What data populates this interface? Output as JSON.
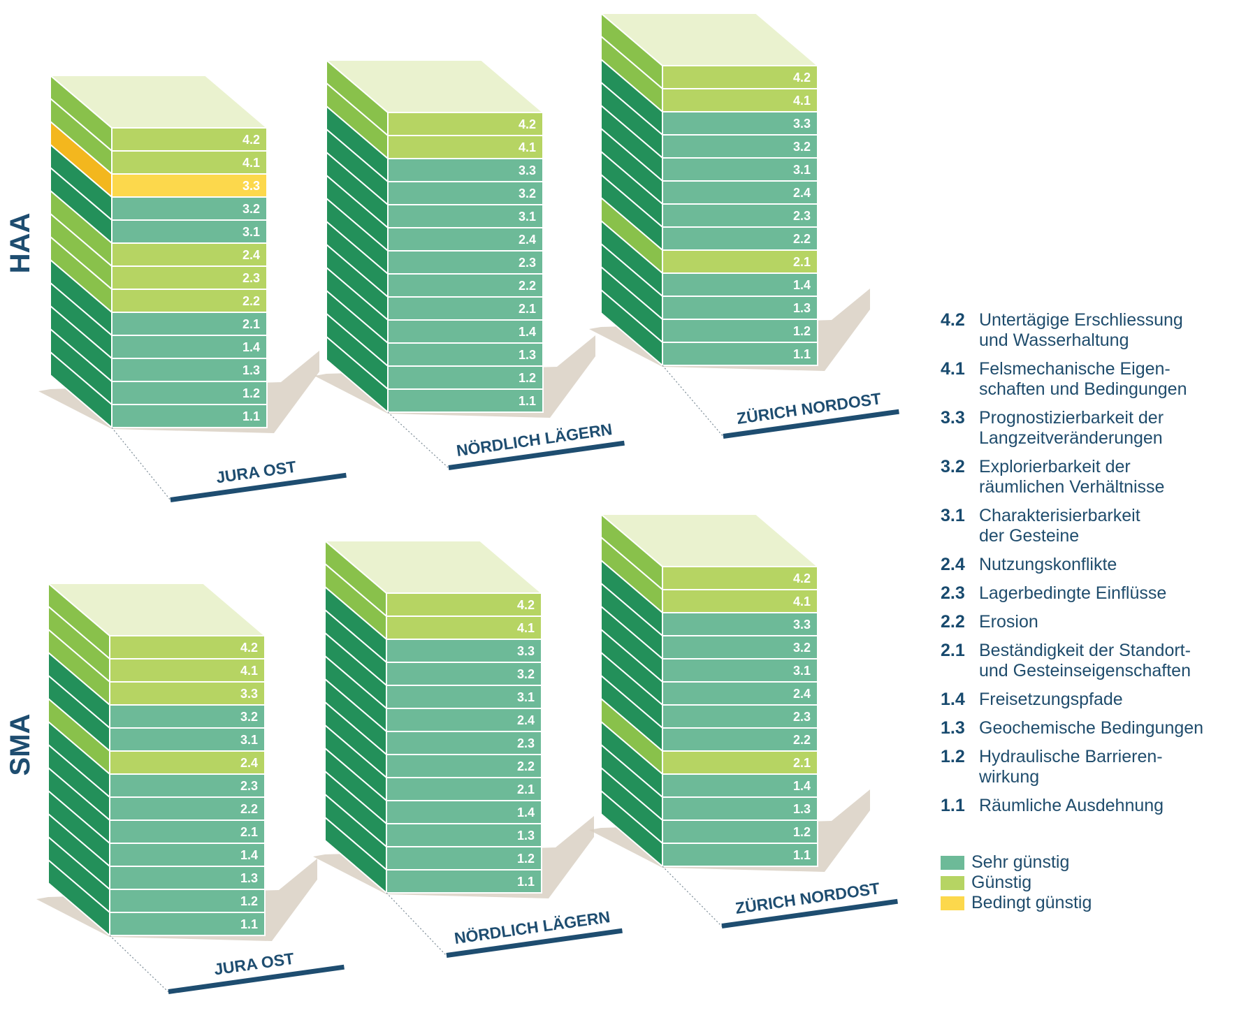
{
  "rows": [
    {
      "label": "HAA"
    },
    {
      "label": "SMA"
    }
  ],
  "sites": [
    "JURA OST",
    "NÖRDLICH LÄGERN",
    "ZÜRICH NORDOST"
  ],
  "colors": {
    "sehr_guenstig": "#6dba98",
    "guenstig": "#b6d463",
    "bedingt_guenstig": "#fcd84c",
    "top": "#eaf2cf",
    "side_dark": "#23905a",
    "side_light": "#89c14b",
    "side_yellow": "#f3b71e",
    "label_blue": "#1e4d70",
    "shadow": "#d7cdbf"
  },
  "layer_order": [
    "4.2",
    "4.1",
    "3.3",
    "3.2",
    "3.1",
    "2.4",
    "2.3",
    "2.2",
    "2.1",
    "1.4",
    "1.3",
    "1.2",
    "1.1"
  ],
  "assessment": {
    "HAA": {
      "JURA OST": [
        "G",
        "G",
        "B",
        "S",
        "S",
        "G",
        "G",
        "G",
        "S",
        "S",
        "S",
        "S",
        "S"
      ],
      "NÖRDLICH LÄGERN": [
        "G",
        "G",
        "S",
        "S",
        "S",
        "S",
        "S",
        "S",
        "S",
        "S",
        "S",
        "S",
        "S"
      ],
      "ZÜRICH NORDOST": [
        "G",
        "G",
        "S",
        "S",
        "S",
        "S",
        "S",
        "S",
        "G",
        "S",
        "S",
        "S",
        "S"
      ]
    },
    "SMA": {
      "JURA OST": [
        "G",
        "G",
        "G",
        "S",
        "S",
        "G",
        "S",
        "S",
        "S",
        "S",
        "S",
        "S",
        "S"
      ],
      "NÖRDLICH LÄGERN": [
        "G",
        "G",
        "S",
        "S",
        "S",
        "S",
        "S",
        "S",
        "S",
        "S",
        "S",
        "S",
        "S"
      ],
      "ZÜRICH NORDOST": [
        "G",
        "G",
        "S",
        "S",
        "S",
        "S",
        "S",
        "S",
        "G",
        "S",
        "S",
        "S",
        "S"
      ]
    }
  },
  "legend": [
    {
      "code": "4.2",
      "text": "Untertägige Erschliessung\nund Wasserhaltung"
    },
    {
      "code": "4.1",
      "text": "Felsmechanische Eigen-\nschaften und Bedingungen"
    },
    {
      "code": "3.3",
      "text": "Prognostizierbarkeit der\nLangzeitveränderungen"
    },
    {
      "code": "3.2",
      "text": "Explorierbarkeit der\nräumlichen Verhältnisse"
    },
    {
      "code": "3.1",
      "text": "Charakterisierbarkeit\nder Gesteine"
    },
    {
      "code": "2.4",
      "text": "Nutzungskonflikte"
    },
    {
      "code": "2.3",
      "text": "Lagerbedingte Einflüsse"
    },
    {
      "code": "2.2",
      "text": "Erosion"
    },
    {
      "code": "2.1",
      "text": "Beständigkeit der Standort-\nund Gesteinseigenschaften"
    },
    {
      "code": "1.4",
      "text": "Freisetzungspfade"
    },
    {
      "code": "1.3",
      "text": "Geochemische Bedingungen"
    },
    {
      "code": "1.2",
      "text": "Hydraulische Barrieren-\nwirkung"
    },
    {
      "code": "1.1",
      "text": "Räumliche Ausdehnung"
    }
  ],
  "scale": [
    {
      "key": "S",
      "label": "Sehr günstig",
      "color": "#6dba98"
    },
    {
      "key": "G",
      "label": "Günstig",
      "color": "#b6d463"
    },
    {
      "key": "B",
      "label": "Bedingt günstig",
      "color": "#fcd84c"
    }
  ]
}
